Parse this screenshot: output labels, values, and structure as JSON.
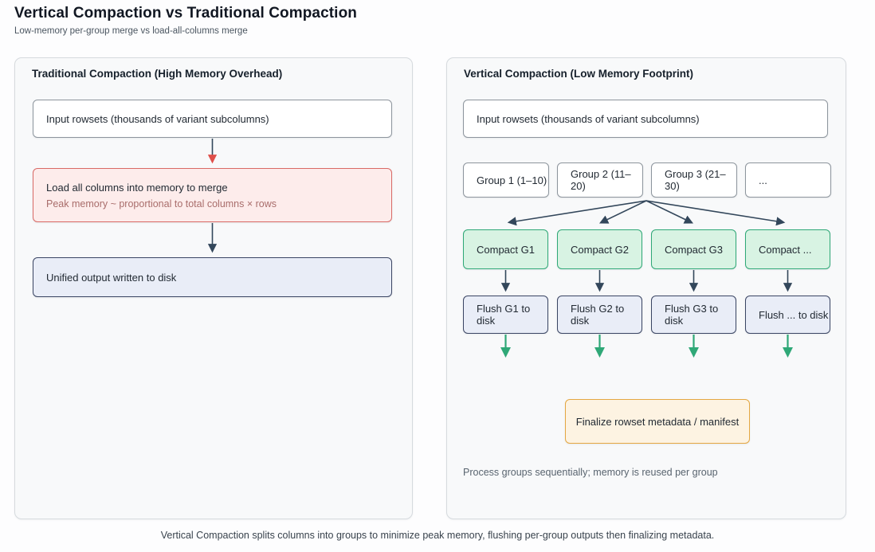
{
  "page": {
    "title": "Vertical Compaction vs Traditional Compaction",
    "subtitle": "Low-memory per-group merge vs load-all-columns merge",
    "caption": "Vertical Compaction splits columns into groups to minimize peak memory, flushing per-group outputs then finalizing metadata."
  },
  "traditional": {
    "title": "Traditional Compaction (High Memory Overhead)",
    "input_box": "Input rowsets (thousands of variant subcolumns)",
    "load_box": {
      "line1": "Load all columns into memory to merge",
      "line2": "Peak memory ~ proportional to total columns × rows"
    },
    "output_box": "Unified output written to disk"
  },
  "vertical": {
    "title": "Vertical Compaction (Low Memory Footprint)",
    "input_box": "Input rowsets (thousands of variant subcolumns)",
    "groups": [
      "Group 1 (1–10)",
      "Group 2 (11–20)",
      "Group 3 (21–30)",
      "..."
    ],
    "compact": [
      "Compact G1",
      "Compact G2",
      "Compact G3",
      "Compact ..."
    ],
    "flush": [
      "Flush G1 to disk",
      "Flush G2 to disk",
      "Flush G3 to disk",
      "Flush ... to disk"
    ],
    "finalize_box": "Finalize rowset metadata / manifest",
    "note": "Process groups sequentially; memory is reused per group"
  },
  "colors": {
    "panel_bg": "#f8f9fa",
    "panel_border": "#d6dade",
    "node_border": "#8d959d",
    "red_bg": "#fdeceb",
    "red_border": "#d96a66",
    "blue_bg": "#e9edf7",
    "blue_border": "#3a4563",
    "green_bg": "#d8f3e3",
    "green_border": "#2fa877",
    "orange_bg": "#fdf3e2",
    "orange_border": "#e4a742",
    "arrow_dark": "#33475b",
    "arrow_red": "#df4f4a",
    "arrow_green": "#2fa877"
  }
}
